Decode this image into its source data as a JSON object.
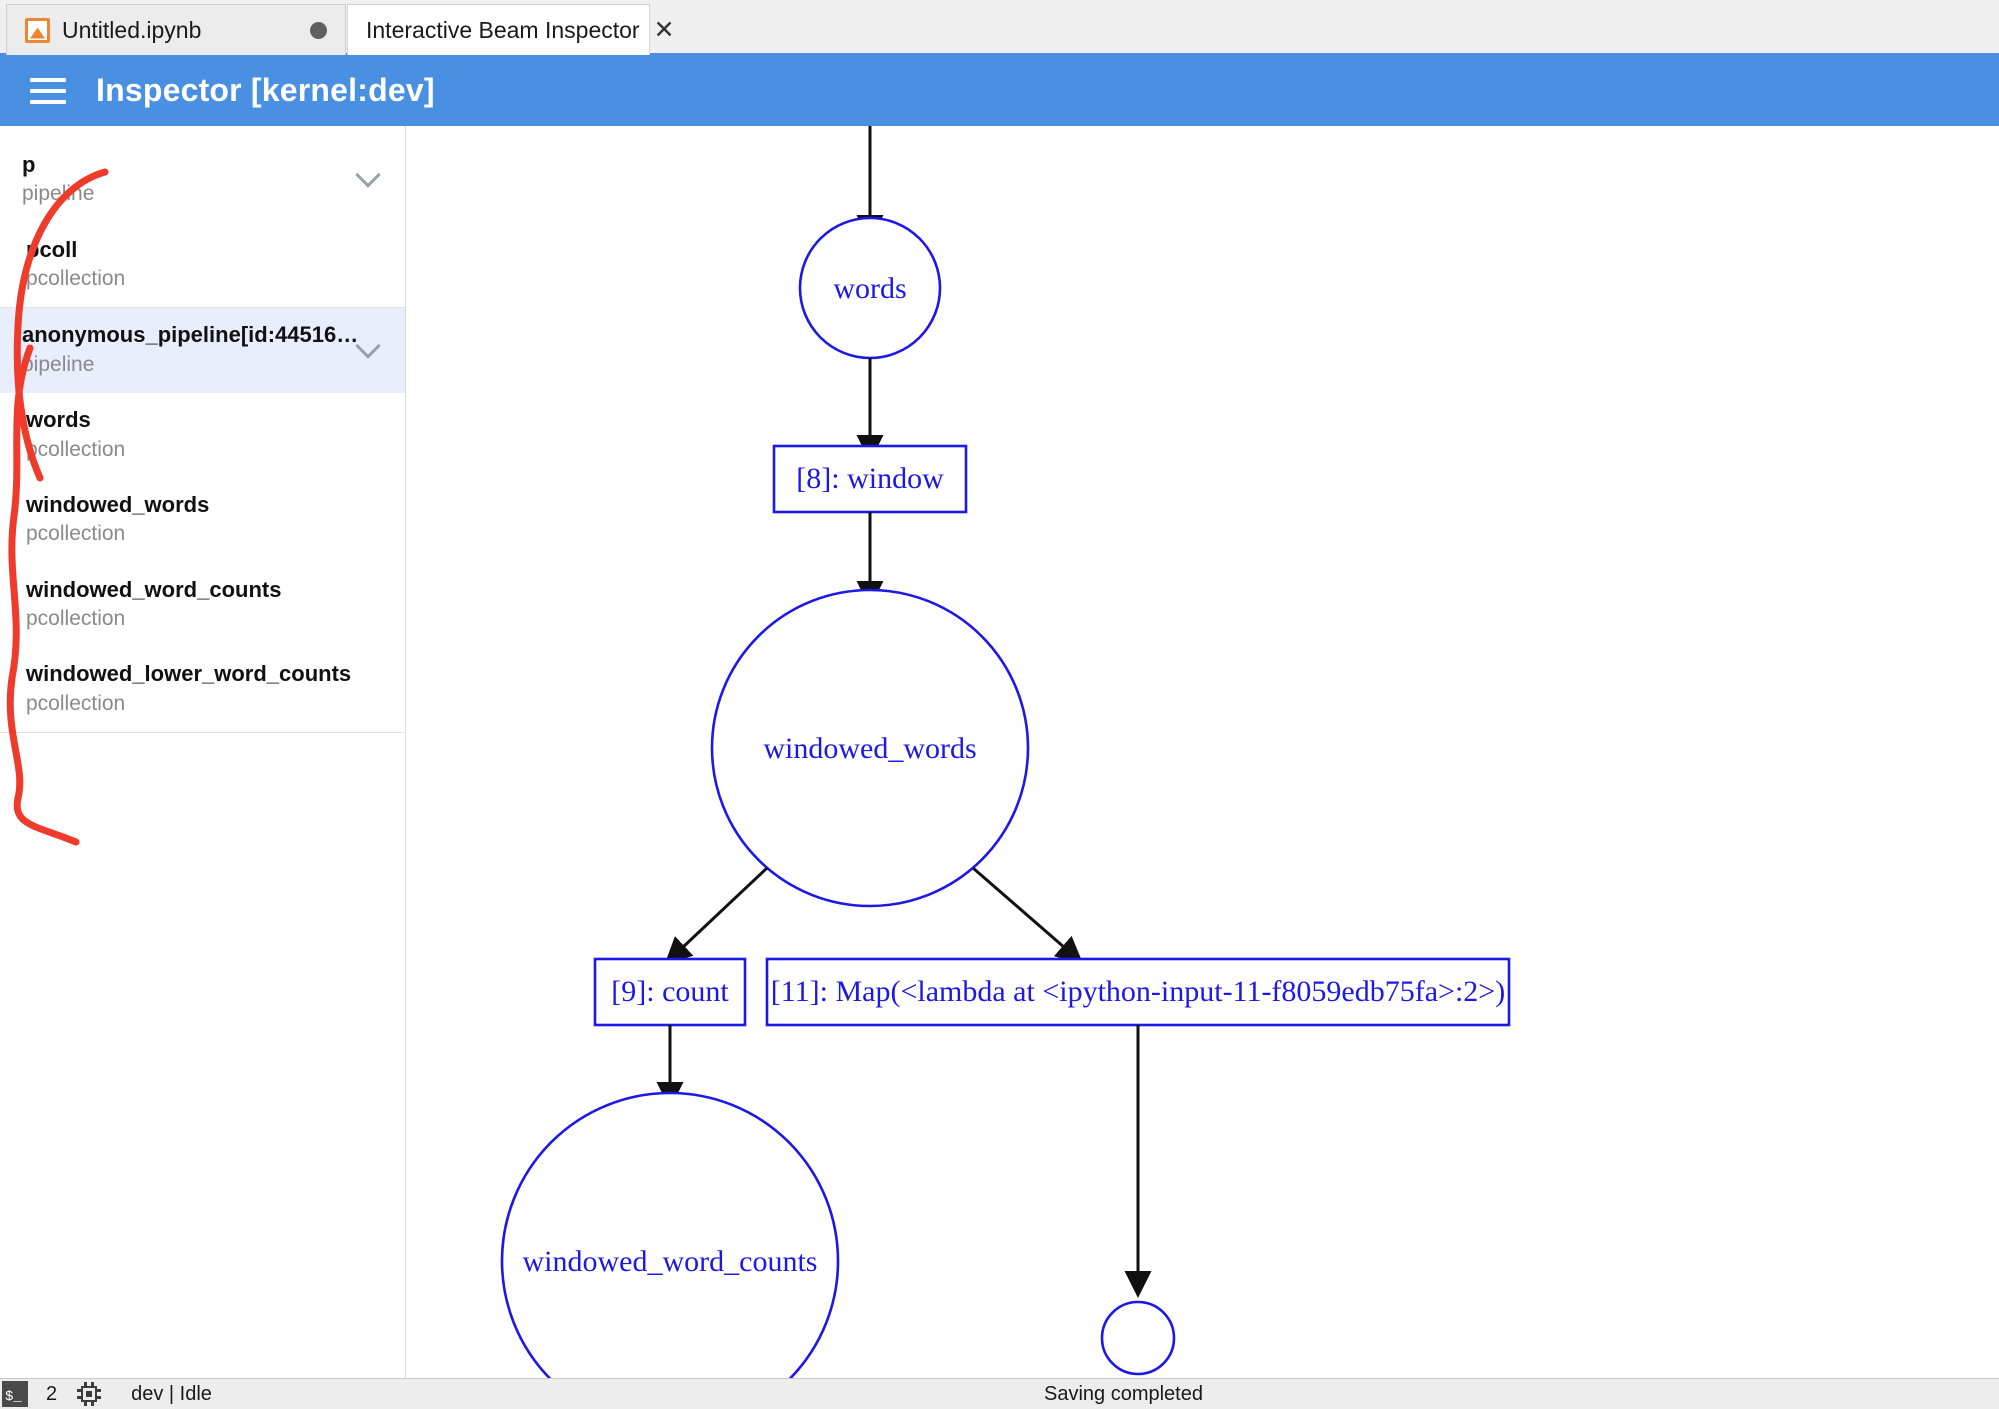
{
  "tabs": [
    {
      "label": "Untitled.ipynb",
      "icon": "notebook-icon",
      "active": false,
      "dirty": true
    },
    {
      "label": "Interactive Beam Inspector",
      "icon": "close-icon",
      "active": true,
      "dirty": false
    }
  ],
  "header": {
    "menu_icon": "hamburger-icon",
    "title": "Inspector [kernel:dev]",
    "background": "#4a90e2"
  },
  "sidebar": {
    "groups": [
      {
        "items": [
          {
            "name": "p",
            "type": "pipeline",
            "chevron": true,
            "selected": false,
            "indent": false
          },
          {
            "name": "pcoll",
            "type": "pcollection",
            "chevron": false,
            "selected": false,
            "indent": true
          }
        ]
      },
      {
        "items": [
          {
            "name": "anonymous_pipeline[id:44516…",
            "type": "pipeline",
            "chevron": true,
            "selected": true,
            "indent": false
          },
          {
            "name": "words",
            "type": "pcollection",
            "chevron": false,
            "selected": false,
            "indent": true
          },
          {
            "name": "windowed_words",
            "type": "pcollection",
            "chevron": false,
            "selected": false,
            "indent": true
          },
          {
            "name": "windowed_word_counts",
            "type": "pcollection",
            "chevron": false,
            "selected": false,
            "indent": true
          },
          {
            "name": "windowed_lower_word_counts",
            "type": "pcollection",
            "chevron": false,
            "selected": false,
            "indent": true
          }
        ]
      }
    ],
    "annotation_color": "#ef3b2c",
    "selected_color": "#e8eefb"
  },
  "graph": {
    "node_color": "#1c18e8",
    "edge_color": "#111111",
    "nodes": [
      {
        "id": "words",
        "label": "words",
        "shape": "ellipse"
      },
      {
        "id": "window",
        "label": "[8]: window",
        "shape": "box"
      },
      {
        "id": "windowed_words",
        "label": "windowed_words",
        "shape": "ellipse"
      },
      {
        "id": "count",
        "label": "[9]: count",
        "shape": "box"
      },
      {
        "id": "map",
        "label": "[11]: Map(<lambda at <ipython-input-11-f8059edb75fa>:2>)",
        "shape": "box"
      },
      {
        "id": "windowed_word_counts",
        "label": "windowed_word_counts",
        "shape": "ellipse"
      },
      {
        "id": "unnamed",
        "label": "",
        "shape": "ellipse"
      }
    ],
    "edges": [
      {
        "from": "source",
        "to": "words"
      },
      {
        "from": "words",
        "to": "window"
      },
      {
        "from": "window",
        "to": "windowed_words"
      },
      {
        "from": "windowed_words",
        "to": "count"
      },
      {
        "from": "windowed_words",
        "to": "map"
      },
      {
        "from": "count",
        "to": "windowed_word_counts"
      },
      {
        "from": "map",
        "to": "unnamed"
      }
    ]
  },
  "statusbar": {
    "terminal_icon": "terminal-icon",
    "terminal_glyph": "$_",
    "count": "2",
    "chip_icon": "cpu-chip-icon",
    "kernel_status": "dev | Idle",
    "save_status": "Saving completed"
  }
}
